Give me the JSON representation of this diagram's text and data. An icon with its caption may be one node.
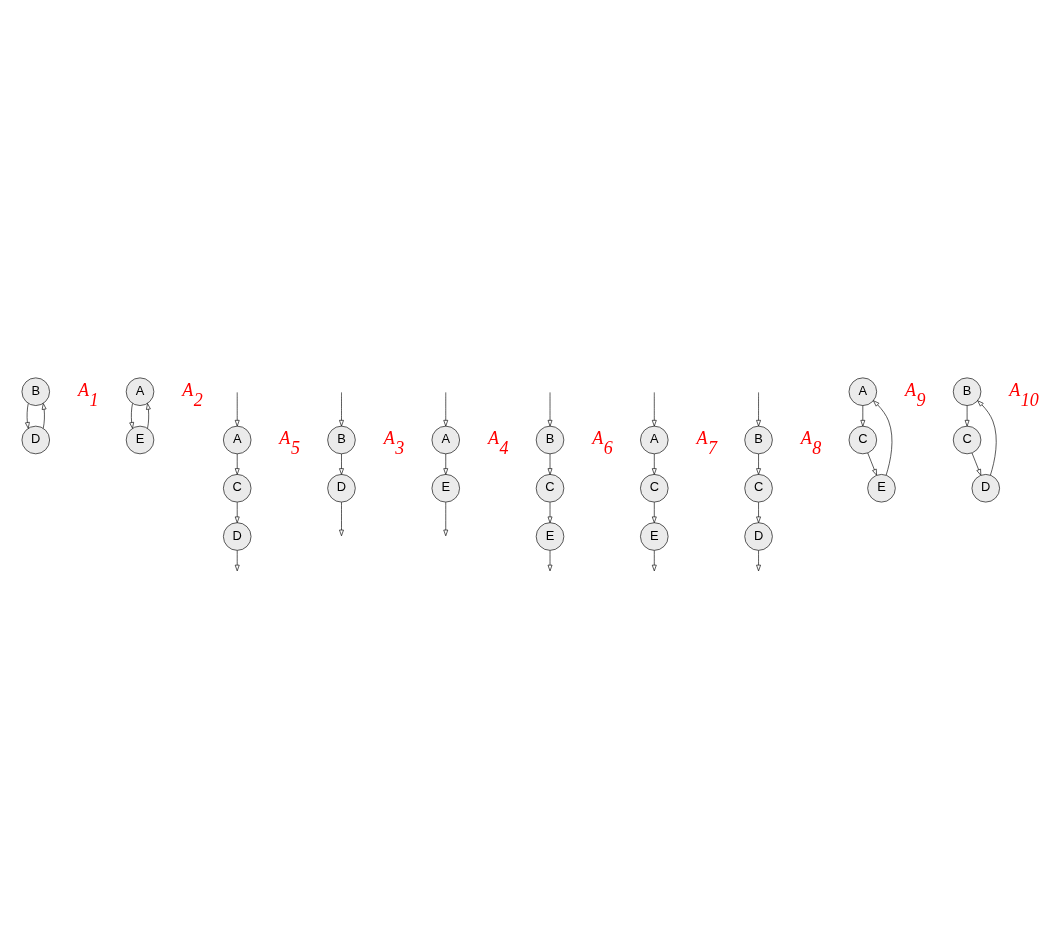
{
  "diagram": {
    "nodes": [
      {
        "text": [
          "B"
        ]
      },
      {
        "text": [
          "D"
        ]
      },
      {
        "text": [
          "A"
        ]
      },
      {
        "text": [
          "E"
        ]
      },
      {
        "text": [
          "A"
        ]
      },
      {
        "text": [
          "C"
        ]
      },
      {
        "text": [
          "D"
        ]
      },
      {
        "text": [
          "B"
        ]
      },
      {
        "text": [
          "D"
        ]
      },
      {
        "text": [
          "A"
        ]
      },
      {
        "text": [
          "E"
        ]
      },
      {
        "text": [
          "B"
        ]
      },
      {
        "text": [
          "C"
        ]
      },
      {
        "text": [
          "E"
        ]
      },
      {
        "text": [
          "A"
        ]
      },
      {
        "text": [
          "C"
        ]
      },
      {
        "text": [
          "E"
        ]
      },
      {
        "text": [
          "B"
        ]
      },
      {
        "text": [
          "C"
        ]
      },
      {
        "text": [
          "D"
        ]
      },
      {
        "text": [
          "A"
        ]
      },
      {
        "text": [
          "E"
        ]
      },
      {
        "text": [
          "C"
        ]
      },
      {
        "text": [
          "B"
        ]
      },
      {
        "text": [
          "C"
        ]
      },
      {
        "text": [
          "D"
        ]
      }
    ],
    "edges": [
      {
        "from": 0,
        "to": 1,
        "arrow": "to"
      },
      {
        "from": 1,
        "to": 0,
        "arrow": "to"
      },
      {
        "from": 2,
        "to": 3,
        "arrow": "to"
      },
      {
        "from": 3,
        "to": 2,
        "arrow": "to"
      },
      {
        "from": null,
        "to": 4,
        "arrow": "to"
      },
      {
        "from": 4,
        "to": 5,
        "arrow": "to"
      },
      {
        "from": 5,
        "to": 6,
        "arrow": "to"
      },
      {
        "from": 6,
        "to": null,
        "arrow": "to"
      },
      {
        "from": null,
        "to": 7,
        "arrow": "to"
      },
      {
        "from": 7,
        "to": 8,
        "arrow": "to"
      },
      {
        "from": 8,
        "to": null,
        "arrow": "to"
      },
      {
        "from": null,
        "to": 9,
        "arrow": "to"
      },
      {
        "from": 9,
        "to": 10,
        "arrow": "to"
      },
      {
        "from": 10,
        "to": null,
        "arrow": "to"
      },
      {
        "from": null,
        "to": 11,
        "arrow": "to"
      },
      {
        "from": 11,
        "to": 12,
        "arrow": "to"
      },
      {
        "from": 12,
        "to": 13,
        "arrow": "to"
      },
      {
        "from": 13,
        "to": null,
        "arrow": "to"
      },
      {
        "from": null,
        "to": 14,
        "arrow": "to"
      },
      {
        "from": 14,
        "to": 15,
        "arrow": "to"
      },
      {
        "from": 15,
        "to": 16,
        "arrow": "to"
      },
      {
        "from": 16,
        "to": null,
        "arrow": "to"
      },
      {
        "from": null,
        "to": 17,
        "arrow": "to"
      },
      {
        "from": 17,
        "to": 18,
        "arrow": "to"
      },
      {
        "from": 18,
        "to": 19,
        "arrow": "to"
      },
      {
        "from": 19,
        "to": null,
        "arrow": "to"
      },
      {
        "from": 21,
        "to": 20,
        "arrow": "to"
      },
      {
        "from": 20,
        "to": 22,
        "arrow": "to"
      },
      {
        "from": 22,
        "to": 21,
        "arrow": "to"
      },
      {
        "from": 23,
        "to": 24,
        "arrow": "to"
      },
      {
        "from": 24,
        "to": 25,
        "arrow": "to"
      },
      {
        "from": 25,
        "to": 23,
        "arrow": "to"
      }
    ],
    "labels": [
      "A$_{1}$",
      "A$_{2}$",
      "A$_{5}$",
      "A$_{3}$",
      "A$_{4}$",
      "A$_{6}$",
      "A$_{7}$",
      "A$_{8}$",
      "A$_{9}$",
      "A$_{10}$"
    ]
  }
}
